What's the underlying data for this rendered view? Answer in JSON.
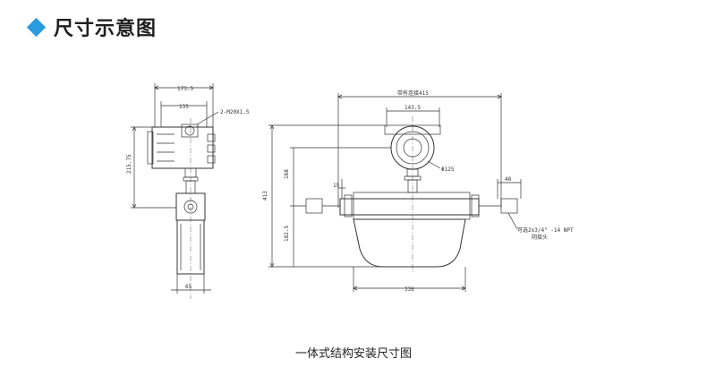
{
  "header": {
    "title": "尺寸示意图",
    "icon": "diamond-icon",
    "accent": "#2b9be0"
  },
  "diagram": {
    "side_view": {
      "top_width": "173.5",
      "inner_width": "135",
      "thread": "2-M20X1.5",
      "height": "215.75",
      "bottom_width": "65"
    },
    "front_view": {
      "overall_length": "带有连接415",
      "head_width": "143.5",
      "head_diameter": "Φ125",
      "total_height": "413",
      "upper_height": "168",
      "lower_height": "182.5",
      "pipe_gap": "15",
      "flange_width": "48",
      "connection_note_1": "可选2x3/4\" -14 NPT",
      "connection_note_2": "阴接头",
      "body_width": "336"
    }
  },
  "caption": "一体式结构安装尺寸图"
}
